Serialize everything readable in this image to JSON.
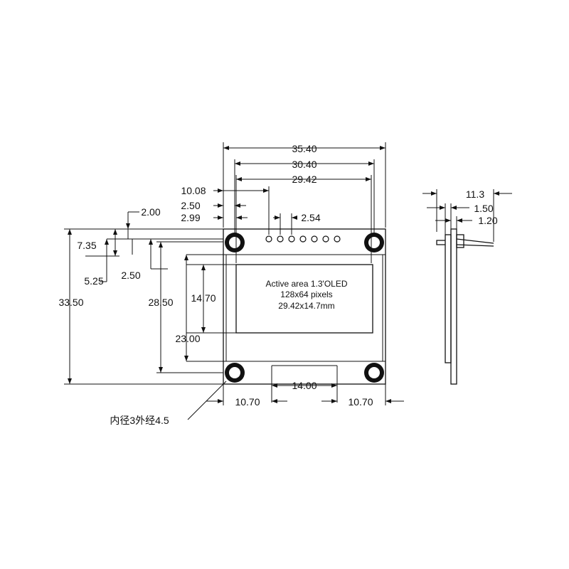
{
  "dimensions": {
    "d_35_40": "35.40",
    "d_30_40": "30.40",
    "d_29_42": "29.42",
    "d_10_08": "10.08",
    "d_2_50_top": "2.50",
    "d_2_99": "2.99",
    "d_2_54": "2.54",
    "d_2_00": "2.00",
    "d_7_35": "7.35",
    "d_5_25": "5.25",
    "d_2_50_left": "2.50",
    "d_33_50": "33.50",
    "d_28_50": "28.50",
    "d_14_70": "14.70",
    "d_23_00": "23.00",
    "d_14_00": "14.00",
    "d_10_70_left": "10.70",
    "d_10_70_right": "10.70",
    "d_11_3": "11.3",
    "d_1_50": "1.50",
    "d_1_20": "1.20"
  },
  "active_area": {
    "line1": "Active area 1.3'OLED",
    "line2": "128x64 pixels",
    "line3": "29.42x14.7mm"
  },
  "hole_note": "内径3外经4.5",
  "pin_count": 7
}
